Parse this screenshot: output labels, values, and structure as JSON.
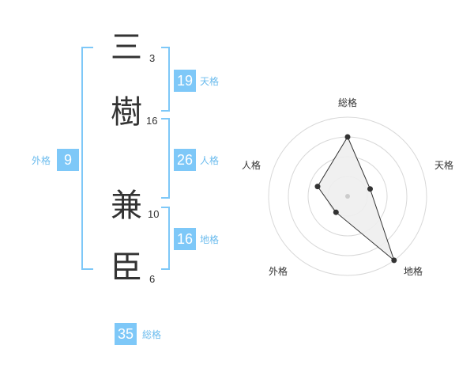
{
  "name": {
    "characters": [
      {
        "char": "三",
        "strokes": "3"
      },
      {
        "char": "樹",
        "strokes": "16"
      },
      {
        "char": "兼",
        "strokes": "10"
      },
      {
        "char": "臣",
        "strokes": "6"
      }
    ]
  },
  "kaku": {
    "tenkaku": {
      "label": "天格",
      "value": "19"
    },
    "jinkaku": {
      "label": "人格",
      "value": "26"
    },
    "chikaku": {
      "label": "地格",
      "value": "16"
    },
    "gaikaku": {
      "label": "外格",
      "value": "9"
    },
    "soukaku": {
      "label": "総格",
      "value": "35"
    }
  },
  "colors": {
    "accent": "#7ec8f8",
    "accent_text": "#6cbcee",
    "bracket": "#7ec8f8",
    "radar_fill": "#eeeeee",
    "radar_line": "#333333",
    "ring": "#d8d8d8"
  },
  "chart_data": {
    "type": "radar",
    "axes": [
      "総格",
      "天格",
      "地格",
      "外格",
      "人格"
    ],
    "values": [
      0.75,
      0.3,
      1.0,
      0.25,
      0.4
    ],
    "rings": 4
  }
}
